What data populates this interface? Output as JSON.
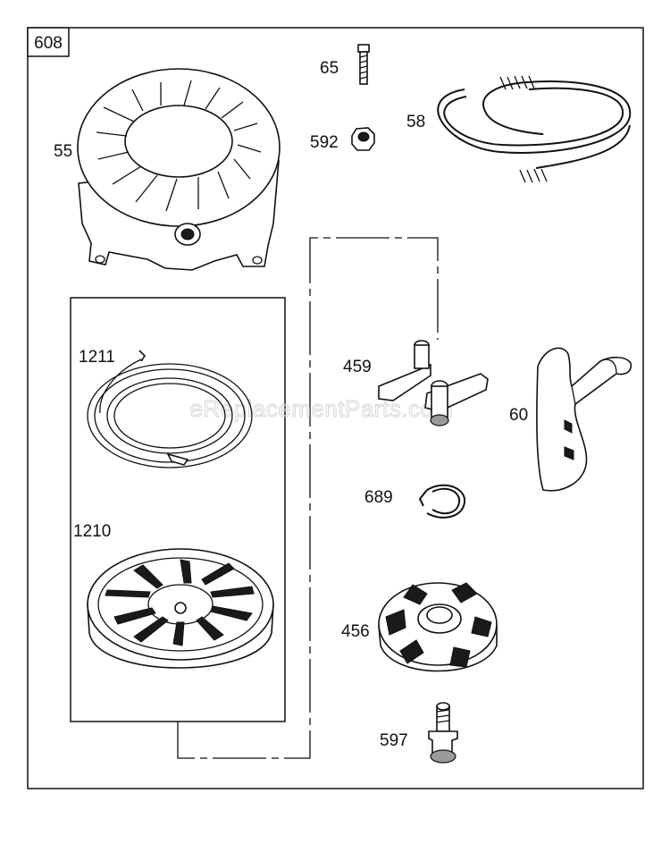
{
  "assembly_number": "608",
  "watermark": "eReplacementParts.com",
  "parts": {
    "p55": "55",
    "p65": "65",
    "p592": "592",
    "p58": "58",
    "p1211": "1211",
    "p1210": "1210",
    "p459": "459",
    "p60": "60",
    "p689": "689",
    "p456": "456",
    "p597": "597"
  }
}
